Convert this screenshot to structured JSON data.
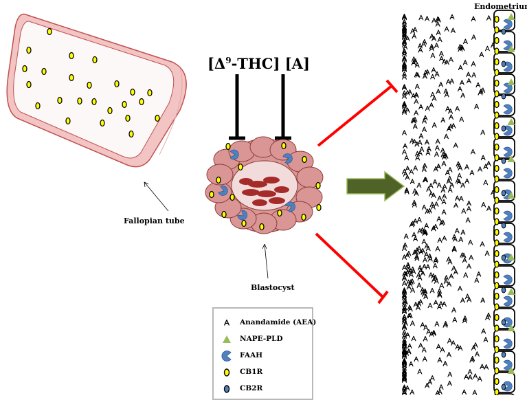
{
  "labels": {
    "fallopian_tube": "Fallopian tube",
    "blastocyst": "Blastocyst",
    "endometrium": "Endometrium",
    "drug_thc_prefix": "[Δ",
    "drug_thc_sup": "9",
    "drug_thc_suffix": "-THC]",
    "drug_aea": "[A]"
  },
  "legend": {
    "items": [
      {
        "label": "Anandamide (AEA)",
        "symbol": "anandamide-icon"
      },
      {
        "label": "NAPE-PLD",
        "symbol": "nape-pld-triangle-icon"
      },
      {
        "label": "FAAH",
        "symbol": "faah-pacman-icon"
      },
      {
        "label": "CB1R",
        "symbol": "cb1r-yellow-oval-icon"
      },
      {
        "label": "CB2R",
        "symbol": "cb2r-blue-oval-icon"
      }
    ]
  },
  "colors": {
    "tube_fill": "#f2c4c4",
    "tube_stroke": "#c0504d",
    "cell_fill": "#d99694",
    "cell_stroke": "#8b3a3a",
    "inner_cell": "#a52a2a",
    "cb1r": "#ffff00",
    "faah": "#4f81bd",
    "nape_pld": "#9bbb59",
    "inhibit": "#ff0000",
    "arrow": "#4f6228"
  }
}
